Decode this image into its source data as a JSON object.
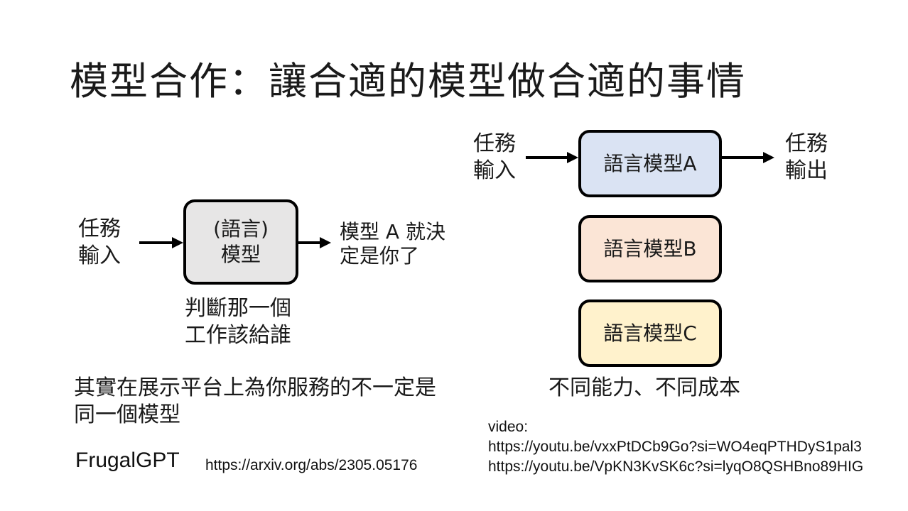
{
  "title": "模型合作：讓合適的模型做合適的事情",
  "left": {
    "input_label": [
      "任務",
      "輸入"
    ],
    "box_label": [
      "(語言)",
      "模型"
    ],
    "output_label": [
      "模型 A 就決",
      "定是你了"
    ],
    "note": [
      "判斷那一個",
      "工作該給誰"
    ],
    "bottom_text": [
      "其實在展示平台上為你服務的不一定是",
      "同一個模型"
    ],
    "frugal_label": "FrugalGPT",
    "paper_url": "https://arxiv.org/abs/2305.05176"
  },
  "right": {
    "input_label": [
      "任務",
      "輸入"
    ],
    "output_label": [
      "任務",
      "輸出"
    ],
    "models": [
      {
        "label": "語言模型A",
        "color": "#dae3f3"
      },
      {
        "label": "語言模型B",
        "color": "#fbe5d6"
      },
      {
        "label": "語言模型C",
        "color": "#fff2cc"
      }
    ],
    "caption": "不同能力、不同成本",
    "video_label": "video:",
    "video_links": [
      "https://youtu.be/vxxPtDCb9Go?si=WO4eqPTHDyS1pal3",
      "https://youtu.be/VpKN3KvSK6c?si=lyqO8QSHBno89HIG"
    ]
  },
  "colors": {
    "router_box": "#e7e6e6",
    "border": "#000000"
  }
}
